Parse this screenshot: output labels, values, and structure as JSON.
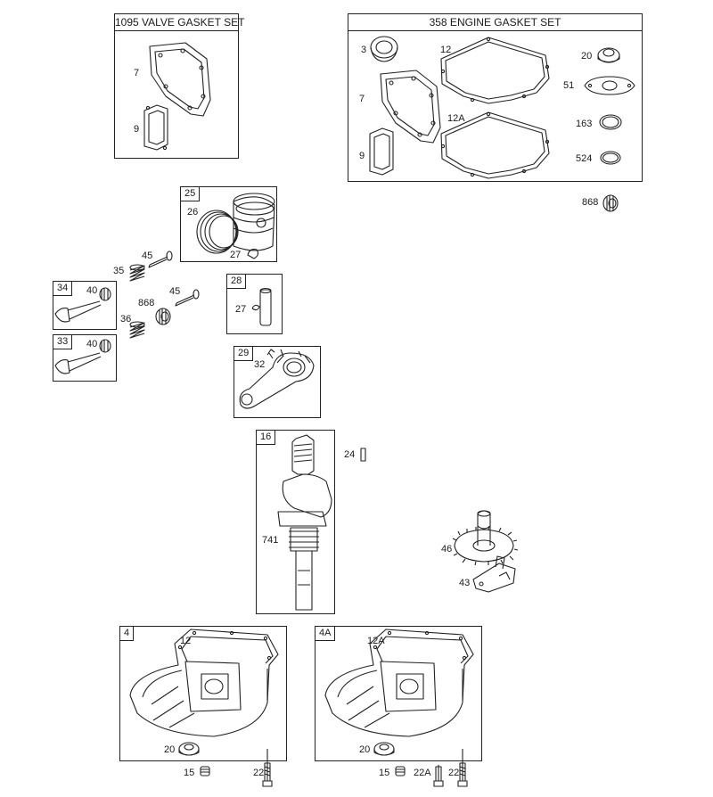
{
  "kits": {
    "valve_gasket_set": "1095 VALVE GASKET SET",
    "engine_gasket_set": "358 ENGINE GASKET SET"
  },
  "groups": {
    "piston": "25",
    "piston_pin": "28",
    "connecting_rod": "29",
    "exhaust_valve": "34",
    "intake_valve": "33",
    "crankshaft": "16",
    "sump": "4",
    "sump_alt": "4A"
  },
  "parts": {
    "cylinder_head_gasket": "7",
    "intake_gasket": "9",
    "oil_seal": "3",
    "crankcase_gasket": "12",
    "crankcase_gasket_alt": "12A",
    "seal_a": "20",
    "breather_gasket": "51",
    "o_ring_163": "163",
    "o_ring_524": "524",
    "seal_868": "868",
    "piston": "26",
    "retainer_ring": "27",
    "valve_spring_upper": "35",
    "valve_spring_lower": "36",
    "retainer_45": "45",
    "valve_collar": "40",
    "rod_screw": "32",
    "key": "24",
    "crankshaft_assy": "741",
    "cam_gear": "46",
    "governor": "43",
    "dowel": "15",
    "sump_screw": "22",
    "sump_screw_alt": "22A"
  }
}
